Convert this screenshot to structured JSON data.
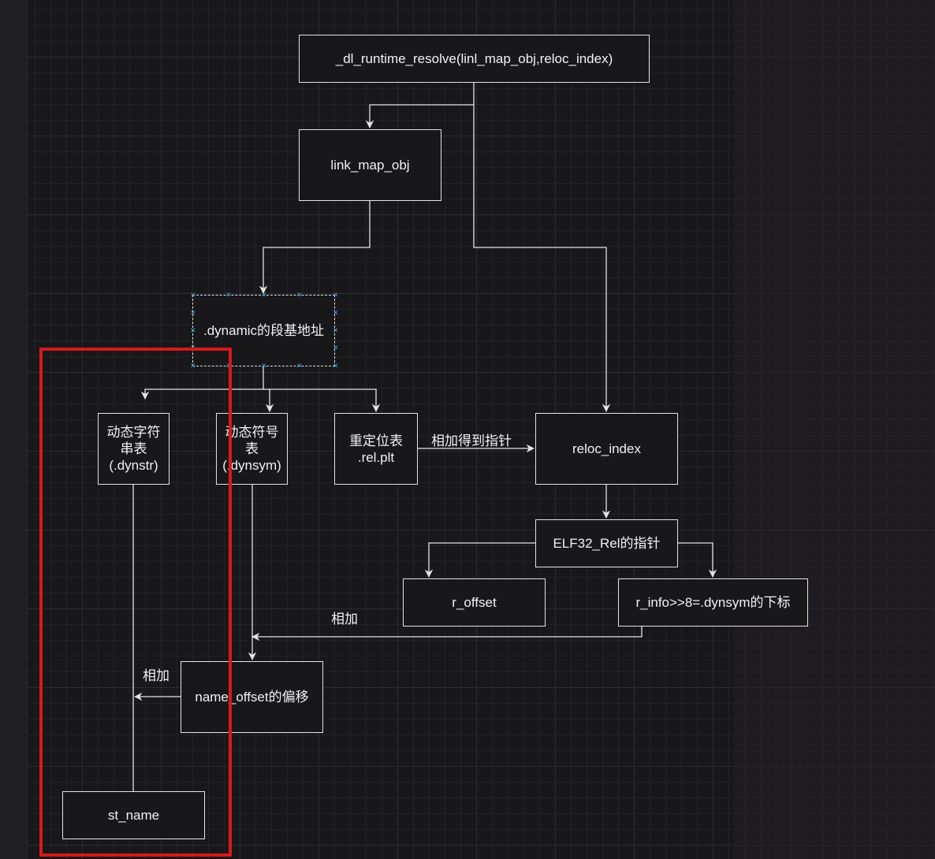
{
  "nodes": {
    "resolve": "_dl_runtime_resolve(linl_map_obj,reloc_index)",
    "link_map": "link_map_obj",
    "dynamic": ".dynamic的段基地址",
    "dynstr": "动态字符\n串表\n(.dynstr)",
    "dynsym": "动态符号\n表\n(.dynsym)",
    "relplt": "重定位表\n.rel.plt",
    "reloc_index": "reloc_index",
    "elf32_rel": "ELF32_Rel的指针",
    "r_offset": "r_offset",
    "r_info": "r_info>>8=.dynsym的下标",
    "name_offset": "name_offset的偏移",
    "st_name": "st_name"
  },
  "edge_labels": {
    "relplt_to_reloc": "相加得到指针",
    "rinfo_to_dynsym": "相加",
    "name_to_dynstr": "相加"
  },
  "colors": {
    "background": "#18171a",
    "stroke": "#e4e4e4",
    "text": "#f2f2f2",
    "highlight": "#d8191a",
    "selection": "#3ea2d6"
  }
}
